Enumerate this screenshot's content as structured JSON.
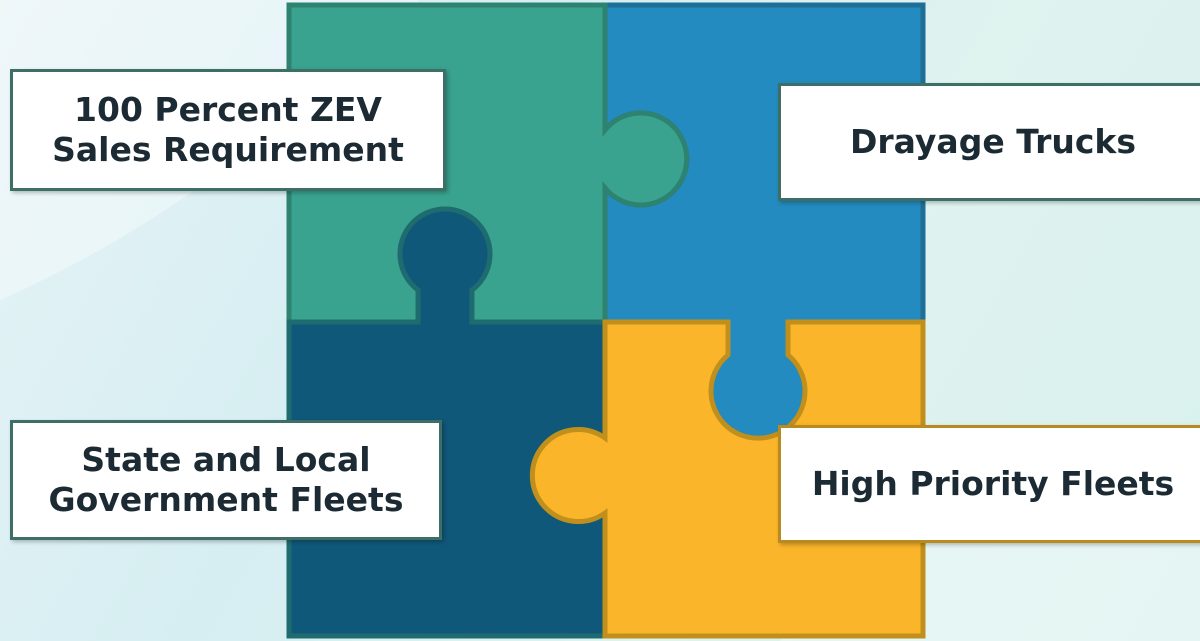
{
  "labels": {
    "zev": {
      "line1": "100 Percent ZEV",
      "line2": "Sales Requirement"
    },
    "drayage": {
      "line1": "Drayage Trucks"
    },
    "government": {
      "line1": "State and Local",
      "line2": "Government Fleets"
    },
    "high_priority": {
      "line1": "High Priority Fleets"
    }
  },
  "colors": {
    "teal_piece": "#39a38f",
    "blue_piece": "#238bbf",
    "navy_piece": "#10587a",
    "yellow_piece": "#fbb52b",
    "box_border_teal": "#3d6f67",
    "box_border_gold": "#b88a1f"
  }
}
